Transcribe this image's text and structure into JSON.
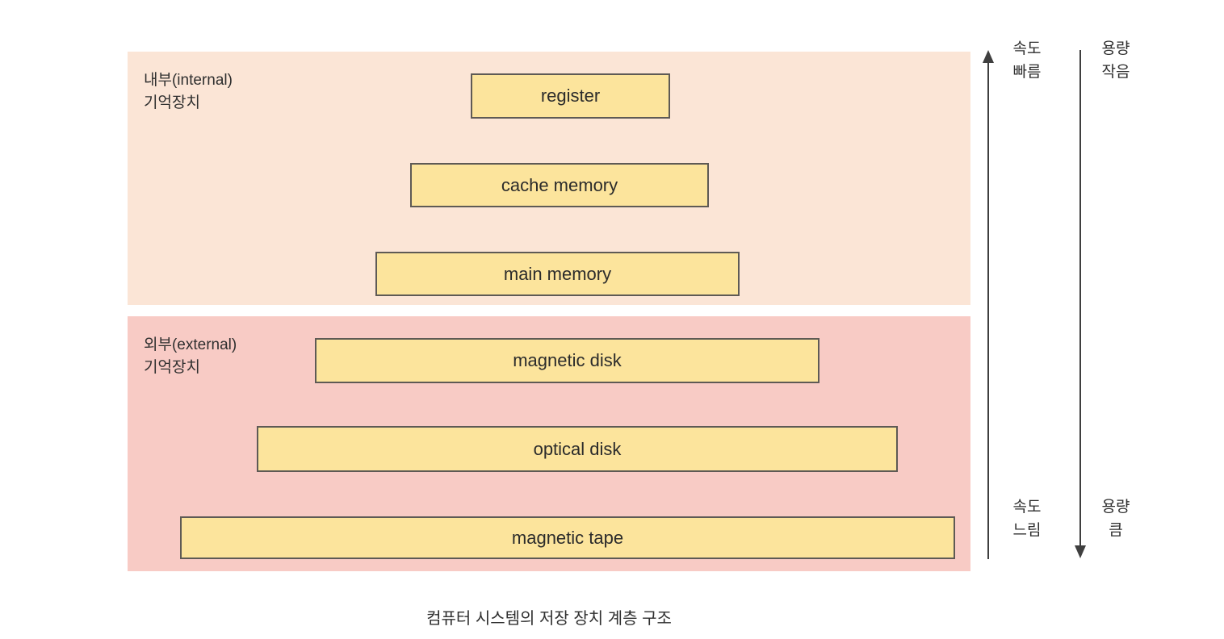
{
  "caption": "컴퓨터 시스템의 저장 장치 계층 구조",
  "sections": {
    "internal": {
      "label_line1": "내부(internal)",
      "label_line2": "기억장치",
      "bg_color": "#fbe5d6"
    },
    "external": {
      "label_line1": "외부(external)",
      "label_line2": "기억장치",
      "bg_color": "#f8cbc5"
    }
  },
  "memory_levels": [
    {
      "label": "register",
      "section": "internal"
    },
    {
      "label": "cache memory",
      "section": "internal"
    },
    {
      "label": "main memory",
      "section": "internal"
    },
    {
      "label": "magnetic disk",
      "section": "external"
    },
    {
      "label": "optical disk",
      "section": "external"
    },
    {
      "label": "magnetic tape",
      "section": "external"
    }
  ],
  "axes": {
    "speed": {
      "direction": "up",
      "top_line1": "속도",
      "top_line2": "빠름",
      "bottom_line1": "속도",
      "bottom_line2": "느림"
    },
    "capacity": {
      "direction": "down",
      "top_line1": "용량",
      "top_line2": "작음",
      "bottom_line1": "용량",
      "bottom_line2": "큼"
    }
  },
  "colors": {
    "internal_bg": "#fbe5d6",
    "external_bg": "#f8cbc5",
    "box_fill": "#fce49c",
    "box_border": "#5e5a55",
    "arrow": "#3f3f3f"
  }
}
